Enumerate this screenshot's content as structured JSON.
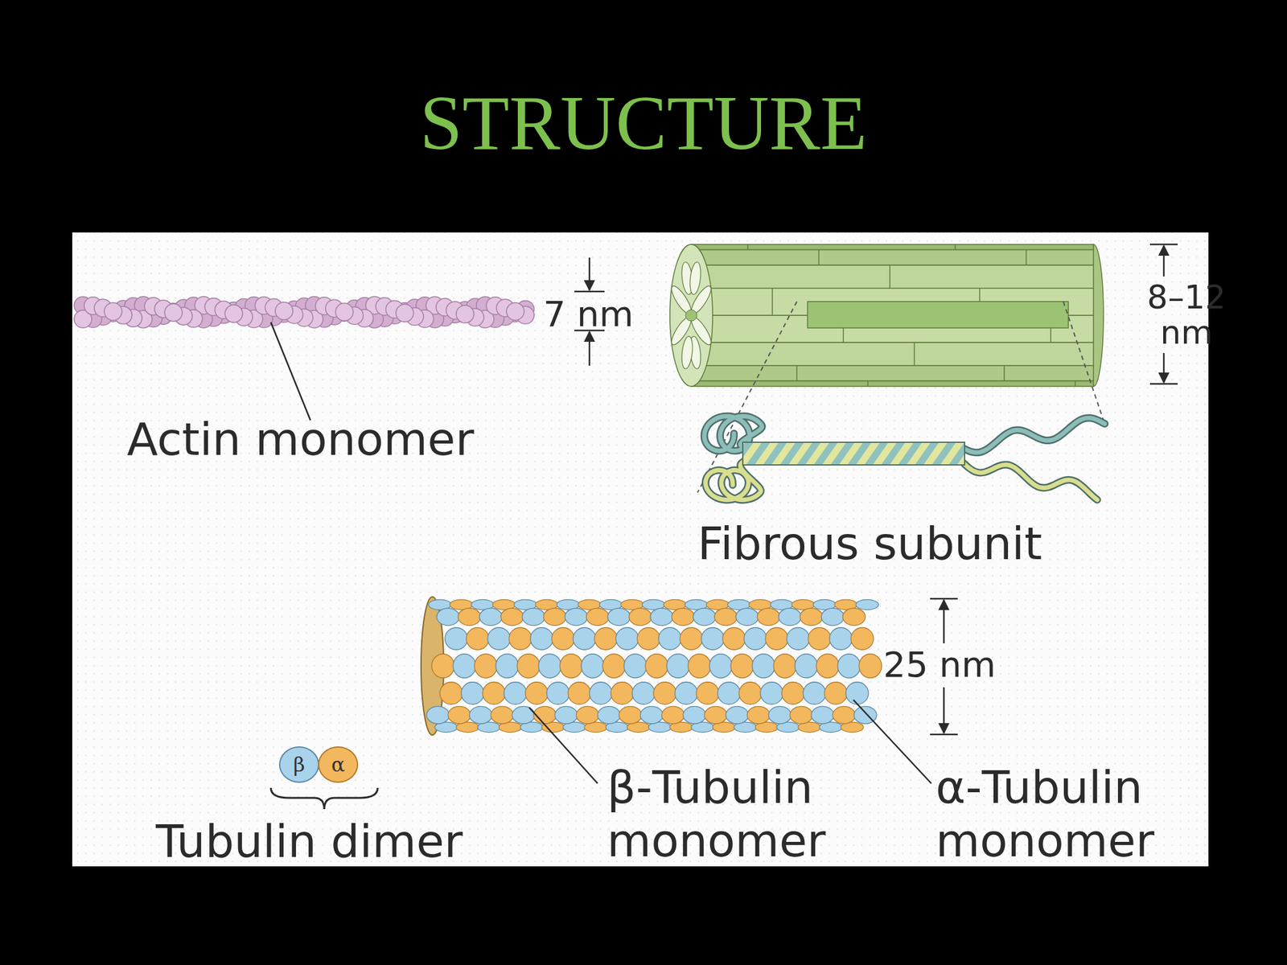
{
  "diagram": {
    "title": "STRUCTURE",
    "nodes": [
      {
        "text": [
          "β"
        ]
      },
      {
        "text": [
          "α"
        ]
      }
    ],
    "labels": [
      "7 nm",
      "Actin monomer",
      "8–12 nm",
      "Fibrous subunit",
      "25 nm",
      "Tubulin dimer",
      "β-Tubulin monomer",
      "α-Tubulin monomer"
    ]
  }
}
